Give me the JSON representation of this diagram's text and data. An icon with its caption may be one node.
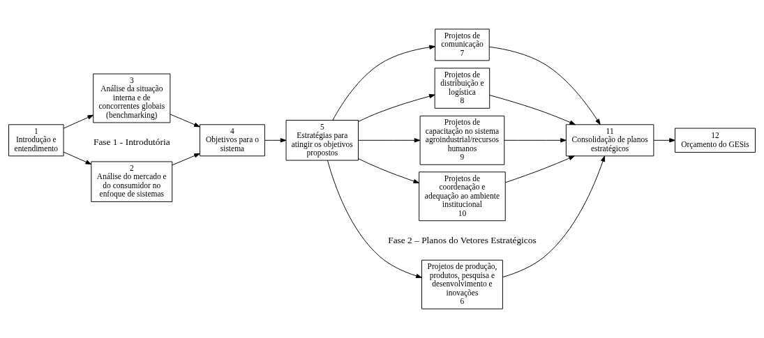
{
  "diagram": {
    "nodes": [
      {
        "text": [
          "1",
          "Introdução e entendimento"
        ]
      },
      {
        "text": [
          "2",
          "Análise do mercado e do consumidor no enfoque de sistemas"
        ]
      },
      {
        "text": [
          "3",
          "Análise da situação interna e de concorrentes globais (benchmarking)"
        ]
      },
      {
        "text": [
          "4",
          "Objetivos para o sistema"
        ]
      },
      {
        "text": [
          "5",
          "Estratégias para atingir os objetivos propostos"
        ]
      },
      {
        "text": [
          "Projetos de produção, produtos, pesquisa e desenvolvimento e inovações",
          "6"
        ]
      },
      {
        "text": [
          "Projetos de comunicação",
          "7"
        ]
      },
      {
        "text": [
          "Projetos de distribuição e logística",
          "8"
        ]
      },
      {
        "text": [
          "Projetos de capacitação no sistema agroindustrial/recursos humanos",
          "9"
        ]
      },
      {
        "text": [
          "Projetos de coordenação e adequação ao ambiente institucional",
          "10"
        ]
      },
      {
        "text": [
          "11",
          "Consolidação de planos estratégicos"
        ]
      },
      {
        "text": [
          "12",
          "Orçamento do GESis"
        ]
      }
    ],
    "edges": [
      {
        "from": 0,
        "to": 1,
        "arrow": "to"
      },
      {
        "from": 0,
        "to": 2,
        "arrow": "to"
      },
      {
        "from": 1,
        "to": 3,
        "arrow": "to"
      },
      {
        "from": 2,
        "to": 3,
        "arrow": "to"
      },
      {
        "from": 3,
        "to": 4,
        "arrow": "to"
      },
      {
        "from": 4,
        "to": 5,
        "arrow": "to"
      },
      {
        "from": 4,
        "to": 6,
        "arrow": "to"
      },
      {
        "from": 4,
        "to": 7,
        "arrow": "to"
      },
      {
        "from": 4,
        "to": 8,
        "arrow": "to"
      },
      {
        "from": 4,
        "to": 9,
        "arrow": "to"
      },
      {
        "from": 5,
        "to": 10,
        "arrow": "to"
      },
      {
        "from": 6,
        "to": 10,
        "arrow": "to"
      },
      {
        "from": 7,
        "to": 10,
        "arrow": "to"
      },
      {
        "from": 8,
        "to": 10,
        "arrow": "to"
      },
      {
        "from": 9,
        "to": 10,
        "arrow": "to"
      },
      {
        "from": 10,
        "to": 11,
        "arrow": "to"
      }
    ],
    "labels": [
      "Fase 1 - Introdutória",
      "Fase 2 – Planos do Vetores Estratégicos"
    ]
  }
}
